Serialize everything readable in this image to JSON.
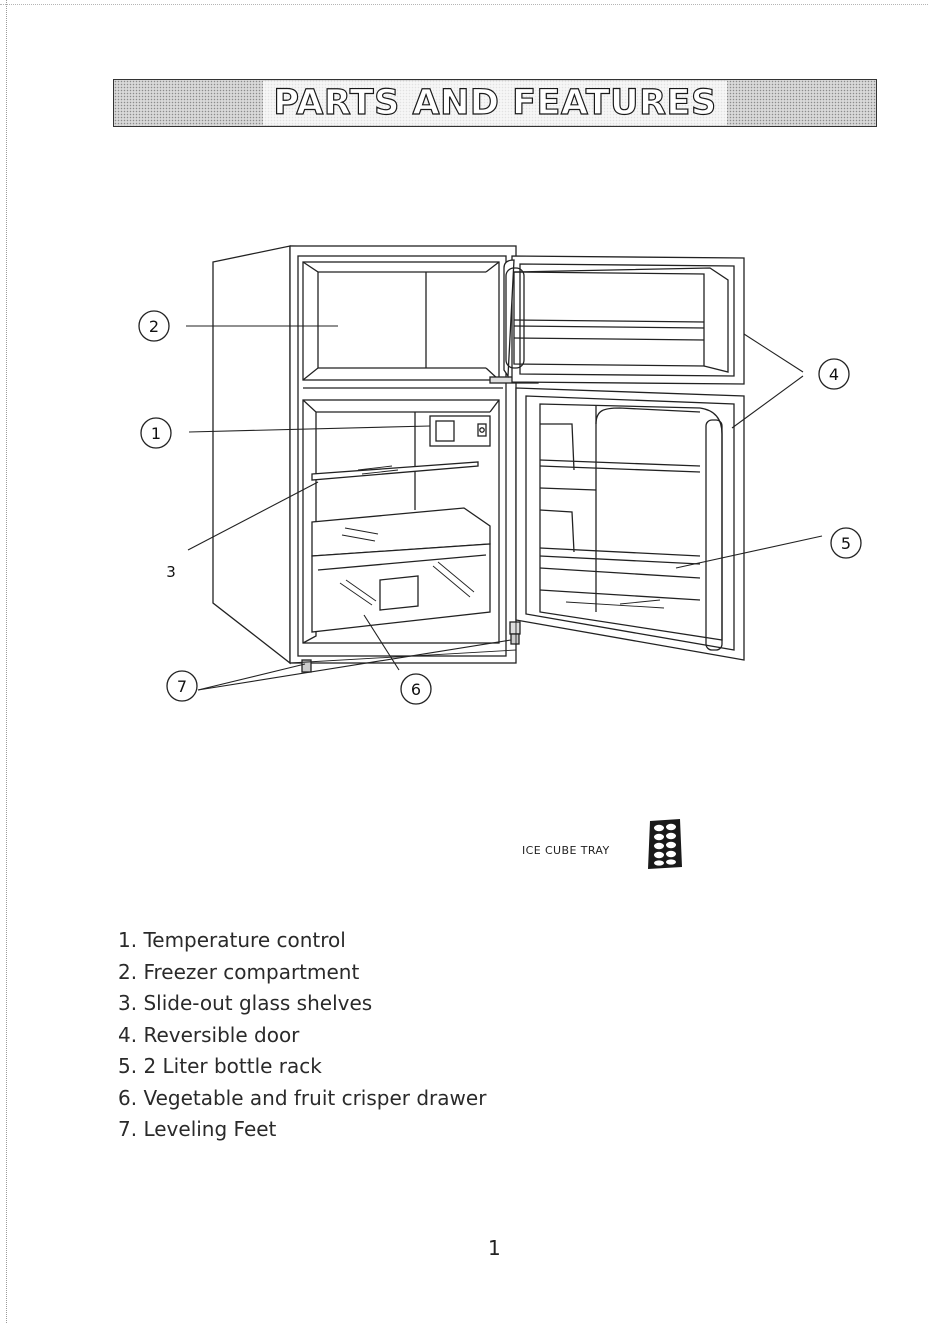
{
  "header": {
    "title": "PARTS AND FEATURES"
  },
  "diagram": {
    "callouts": [
      "1",
      "2",
      "3",
      "4",
      "5",
      "6",
      "7"
    ]
  },
  "accessory": {
    "caption": "ICE CUBE TRAY"
  },
  "parts": [
    {
      "num": "1.",
      "label": "Temperature control"
    },
    {
      "num": "2.",
      "label": "Freezer compartment"
    },
    {
      "num": "3.",
      "label": "Slide-out glass shelves"
    },
    {
      "num": "4.",
      "label": "Reversible door"
    },
    {
      "num": "5.",
      "label": "2 Liter bottle rack"
    },
    {
      "num": "6.",
      "label": "Vegetable and fruit crisper drawer"
    },
    {
      "num": "7.",
      "label": "Leveling Feet"
    }
  ],
  "footer": {
    "page_number": "1"
  }
}
